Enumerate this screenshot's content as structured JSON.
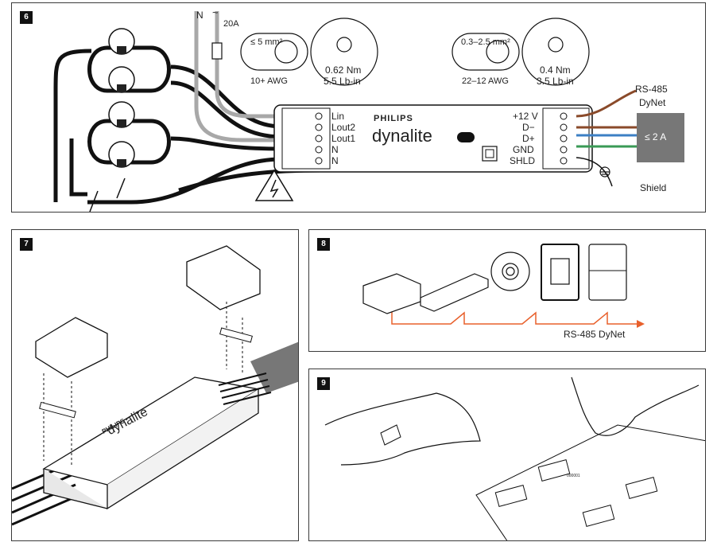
{
  "panels": {
    "p6": {
      "number": "6",
      "labels": {
        "n": "N",
        "ac": "~",
        "breaker": "20A",
        "wire_left_size": "≤ 5 mm²",
        "wire_left_awg": "10+ AWG",
        "torque_left_nm": "0.62 Nm",
        "torque_left_lbin": "5.5 Lb-in",
        "wire_right_size": "0.3–2.5 mm²",
        "wire_right_awg": "22–12 AWG",
        "torque_right_nm": "0.4 Nm",
        "torque_right_lbin": "3.5 Lb-in",
        "rs485": "RS-485",
        "dynet": "DyNet",
        "current": "≤ 2 A",
        "shield": "Shield",
        "brand_top": "PHILIPS",
        "brand_main": "dynalite"
      },
      "terminals_left": [
        "Lin",
        "Lout2",
        "Lout1",
        "N",
        "N"
      ],
      "terminals_right": [
        "+12 V",
        "D−",
        "D+",
        "GND",
        "SHLD"
      ]
    },
    "p7": {
      "number": "7",
      "labels": {
        "brand_top": "PHILIPS",
        "brand_main": "dynalite"
      }
    },
    "p8": {
      "number": "8",
      "labels": {
        "network": "RS-485 DyNet"
      }
    },
    "p9": {
      "number": "9",
      "labels": {
        "code": "000001"
      }
    }
  },
  "colors": {
    "accent": "#e8602c",
    "dynet_blue": "#3c7fc4",
    "dynet_green": "#3a9a55",
    "dynet_brown": "#8a4a2a",
    "wire_grey": "#a8a8a8",
    "wire_black": "#1a1a1a"
  }
}
